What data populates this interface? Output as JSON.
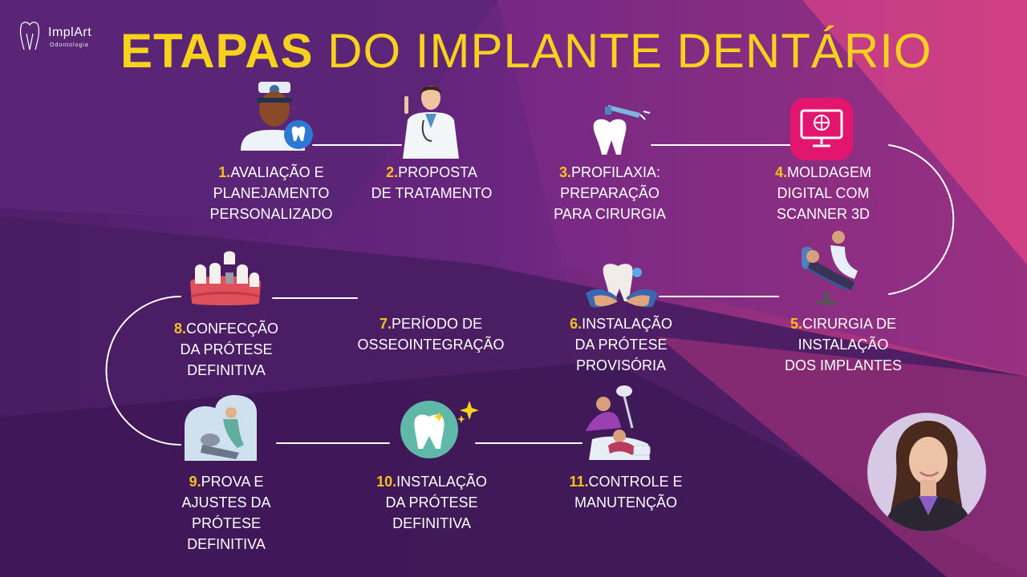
{
  "logo": {
    "brand": "ImplArt",
    "subtitle": "Odontologia"
  },
  "title": {
    "part1": "ETAPAS",
    "part2": " DO IMPLANTE DENTÁRIO"
  },
  "colors": {
    "accent": "#f6d21c",
    "number": "#f6c21c",
    "text": "#ffffff",
    "background": "#5a2472"
  },
  "steps": [
    {
      "number": "1.",
      "lines": [
        "AVALIAÇÃO E",
        "PLANEJAMENTO",
        "PERSONALIZADO"
      ],
      "icon": "dentist-evaluation-icon"
    },
    {
      "number": "2.",
      "lines": [
        "PROPOSTA",
        "DE TRATAMENTO"
      ],
      "icon": "doctor-icon"
    },
    {
      "number": "3.",
      "lines": [
        "PROFILAXIA:",
        "PREPARAÇÃO",
        "PARA CIRURGIA"
      ],
      "icon": "tooth-cleaning-icon"
    },
    {
      "number": "4.",
      "lines": [
        "MOLDAGEM",
        "DIGITAL COM",
        "SCANNER 3D"
      ],
      "icon": "digital-scanner-icon"
    },
    {
      "number": "5.",
      "lines": [
        "CIRURGIA DE",
        "INSTALAÇÃO",
        "DOS IMPLANTES"
      ],
      "icon": "dental-surgery-icon"
    },
    {
      "number": "6.",
      "lines": [
        "INSTALAÇÃO",
        "DA PRÓTESE",
        "PROVISÓRIA"
      ],
      "icon": "tooth-in-hands-icon"
    },
    {
      "number": "7.",
      "lines": [
        "PERÍODO DE",
        "OSSEOINTEGRAÇÃO"
      ],
      "icon": ""
    },
    {
      "number": "8.",
      "lines": [
        "CONFECÇÃO",
        "DA PRÓTESE",
        "DEFINITIVA"
      ],
      "icon": "dental-crowns-icon"
    },
    {
      "number": "9.",
      "lines": [
        "PROVA E",
        "AJUSTES DA",
        "PRÓTESE",
        "DEFINITIVA"
      ],
      "icon": "dental-chair-icon"
    },
    {
      "number": "10.",
      "lines": [
        "INSTALAÇÃO",
        "DA PRÓTESE",
        "DEFINITIVA"
      ],
      "icon": "shiny-tooth-icon"
    },
    {
      "number": "11.",
      "lines": [
        "CONTROLE E",
        "MANUTENÇÃO"
      ],
      "icon": "dental-checkup-icon"
    }
  ]
}
